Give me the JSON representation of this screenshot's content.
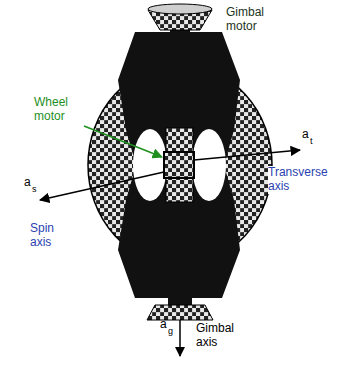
{
  "diagram": {
    "labels": [
      "Gimbal motor",
      "Wheel motor",
      "a",
      "s",
      "Spin axis",
      "a",
      "t",
      "Transverse axis",
      "a",
      "g",
      "Gimbal axis"
    ]
  }
}
